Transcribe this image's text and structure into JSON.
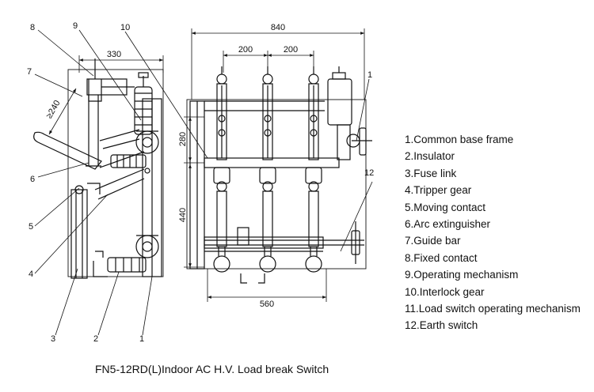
{
  "callouts": {
    "side_view": [
      "8",
      "9",
      "10",
      "7",
      "6",
      "5",
      "4",
      "3",
      "2",
      "1"
    ],
    "front_view": [
      "1",
      "12"
    ]
  },
  "dimensions": {
    "side_width": "330",
    "side_angle": "≥240",
    "overall_width": "840",
    "phase_spacing_1": "200",
    "phase_spacing_2": "200",
    "height_upper": "280",
    "height_lower": "440",
    "base_width": "560"
  },
  "legend": [
    "1.Common base frame",
    "2.Insulator",
    "3.Fuse link",
    "4.Tripper gear",
    "5.Moving contact",
    "6.Arc extinguisher",
    "7.Guide bar",
    "8.Fixed contact",
    "9.Operating mechanism",
    "10.Interlock gear",
    "11.Load switch operating mechanism",
    "12.Earth switch"
  ],
  "caption": "FN5-12RD(L)Indoor AC H.V. Load break Switch"
}
